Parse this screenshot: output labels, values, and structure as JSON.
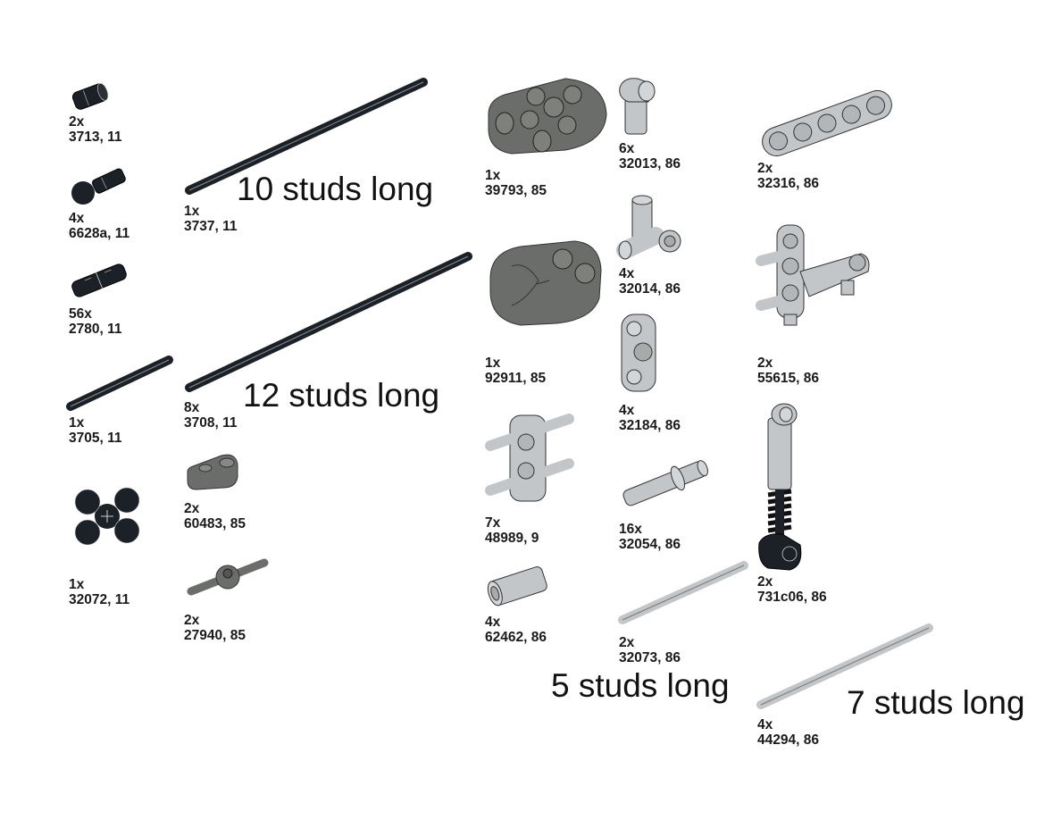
{
  "colors": {
    "black_part": "#1c2128",
    "dark_gray_part": "#6b6d6a",
    "light_gray_part": "#c3c6c8"
  },
  "callouts": {
    "len10": "10 studs long",
    "len12": "12 studs long",
    "len5": "5 studs long",
    "len7": "7 studs long"
  },
  "parts": {
    "p3713": {
      "qty": "2x",
      "code": "3713, 11"
    },
    "p6628a": {
      "qty": "4x",
      "code": "6628a, 11"
    },
    "p2780": {
      "qty": "56x",
      "code": "2780, 11"
    },
    "p3705": {
      "qty": "1x",
      "code": "3705, 11"
    },
    "p32072": {
      "qty": "1x",
      "code": "32072, 11"
    },
    "p3737": {
      "qty": "1x",
      "code": "3737, 11"
    },
    "p3708": {
      "qty": "8x",
      "code": "3708, 11"
    },
    "p60483": {
      "qty": "2x",
      "code": "60483, 85"
    },
    "p27940": {
      "qty": "2x",
      "code": "27940, 85"
    },
    "p39793": {
      "qty": "1x",
      "code": "39793, 85"
    },
    "p92911": {
      "qty": "1x",
      "code": "92911, 85"
    },
    "p48989": {
      "qty": "7x",
      "code": "48989, 9"
    },
    "p62462": {
      "qty": "4x",
      "code": "62462, 86"
    },
    "p32013": {
      "qty": "6x",
      "code": "32013, 86"
    },
    "p32014": {
      "qty": "4x",
      "code": "32014, 86"
    },
    "p32184": {
      "qty": "4x",
      "code": "32184, 86"
    },
    "p32054": {
      "qty": "16x",
      "code": "32054, 86"
    },
    "p32073": {
      "qty": "2x",
      "code": "32073, 86"
    },
    "p32316": {
      "qty": "2x",
      "code": "32316, 86"
    },
    "p55615": {
      "qty": "2x",
      "code": "55615, 86"
    },
    "p731c06": {
      "qty": "2x",
      "code": "731c06, 86"
    },
    "p44294": {
      "qty": "4x",
      "code": "44294, 86"
    }
  }
}
